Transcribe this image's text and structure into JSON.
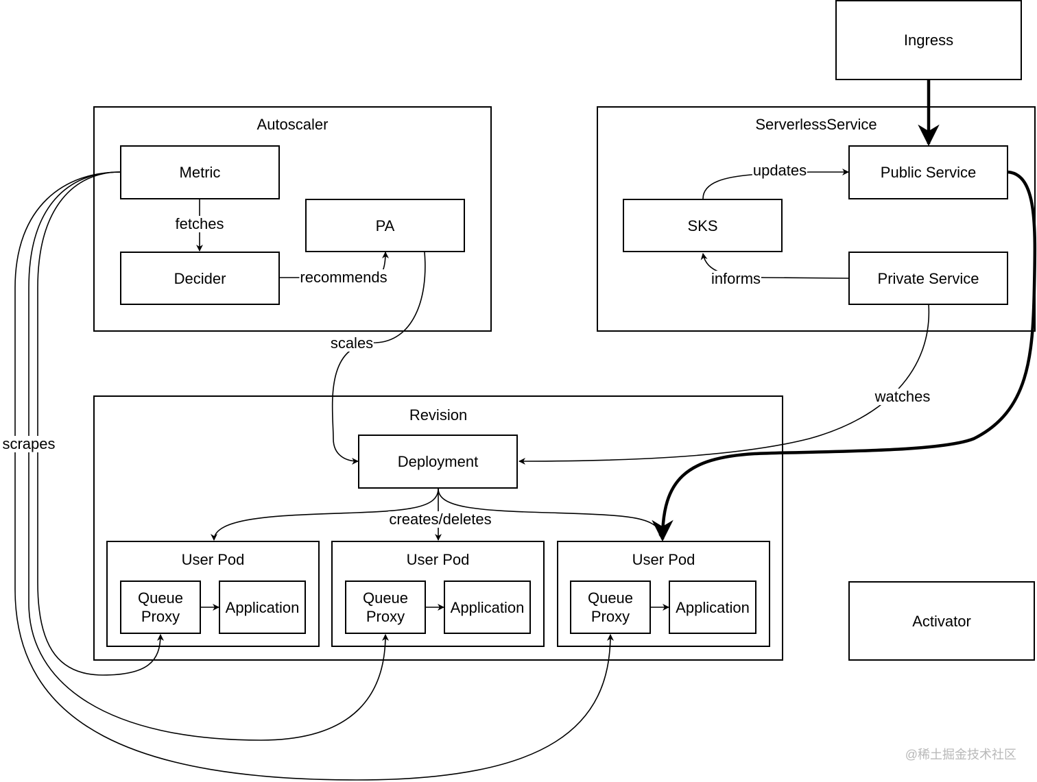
{
  "nodes": {
    "ingress": "Ingress",
    "activator": "Activator",
    "autoscaler": {
      "title": "Autoscaler",
      "metric": "Metric",
      "decider": "Decider",
      "pa": "PA"
    },
    "serverless_service": {
      "title": "ServerlessService",
      "public_service": "Public Service",
      "sks": "SKS",
      "private_service": "Private Service"
    },
    "revision": {
      "title": "Revision",
      "deployment": "Deployment",
      "pods": [
        {
          "title": "User Pod",
          "queue_proxy": "Queue\nProxy",
          "application": "Application"
        },
        {
          "title": "User Pod",
          "queue_proxy": "Queue\nProxy",
          "application": "Application"
        },
        {
          "title": "User Pod",
          "queue_proxy": "Queue\nProxy",
          "application": "Application"
        }
      ]
    }
  },
  "edge_labels": {
    "fetches": "fetches",
    "recommends": "recommends",
    "scales": "scales",
    "updates": "updates",
    "informs": "informs",
    "watches": "watches",
    "creates_deletes": "creates/deletes",
    "scrapes": "scrapes"
  },
  "watermark": "@稀土掘金技术社区"
}
